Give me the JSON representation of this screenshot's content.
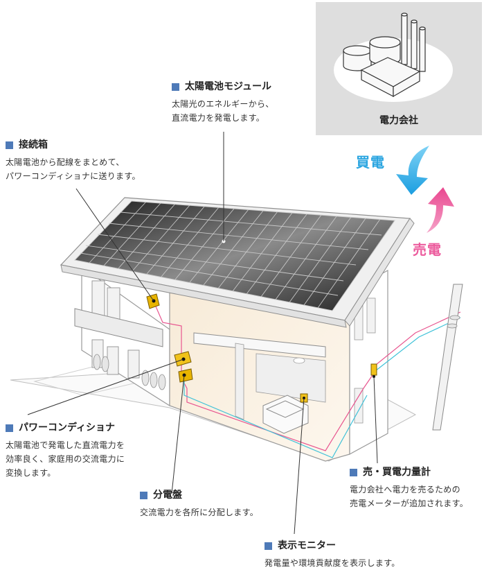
{
  "power_company": {
    "label": "電力会社"
  },
  "flows": {
    "buy": "買電",
    "sell": "売電"
  },
  "colors": {
    "buy": "#2aa5e0",
    "sell": "#ec5b9d",
    "marker": "#4e7ab8",
    "wire_ac": "#e8558f",
    "wire_dc": "#3ec1d8"
  },
  "components": {
    "solar_module": {
      "title": "太陽電池モジュール",
      "lines": [
        "太陽光のエネルギーから、",
        "直流電力を発電します。"
      ]
    },
    "junction_box": {
      "title": "接続箱",
      "lines": [
        "太陽電池から配線をまとめて、",
        "パワーコンディショナに送ります。"
      ]
    },
    "power_conditioner": {
      "title": "パワーコンディショナ",
      "lines": [
        "太陽電池で発電した直流電力を",
        "効率良く、家庭用の交流電力に",
        "変換します。"
      ]
    },
    "distribution_board": {
      "title": "分電盤",
      "lines": [
        "交流電力を各所に分配します。"
      ]
    },
    "meter": {
      "title": "売・買電力量計",
      "lines": [
        "電力会社へ電力を売るための",
        "売電メーターが追加されます。"
      ]
    },
    "monitor": {
      "title": "表示モニター",
      "lines": [
        "発電量や環境貢献度を表示します。"
      ]
    }
  }
}
